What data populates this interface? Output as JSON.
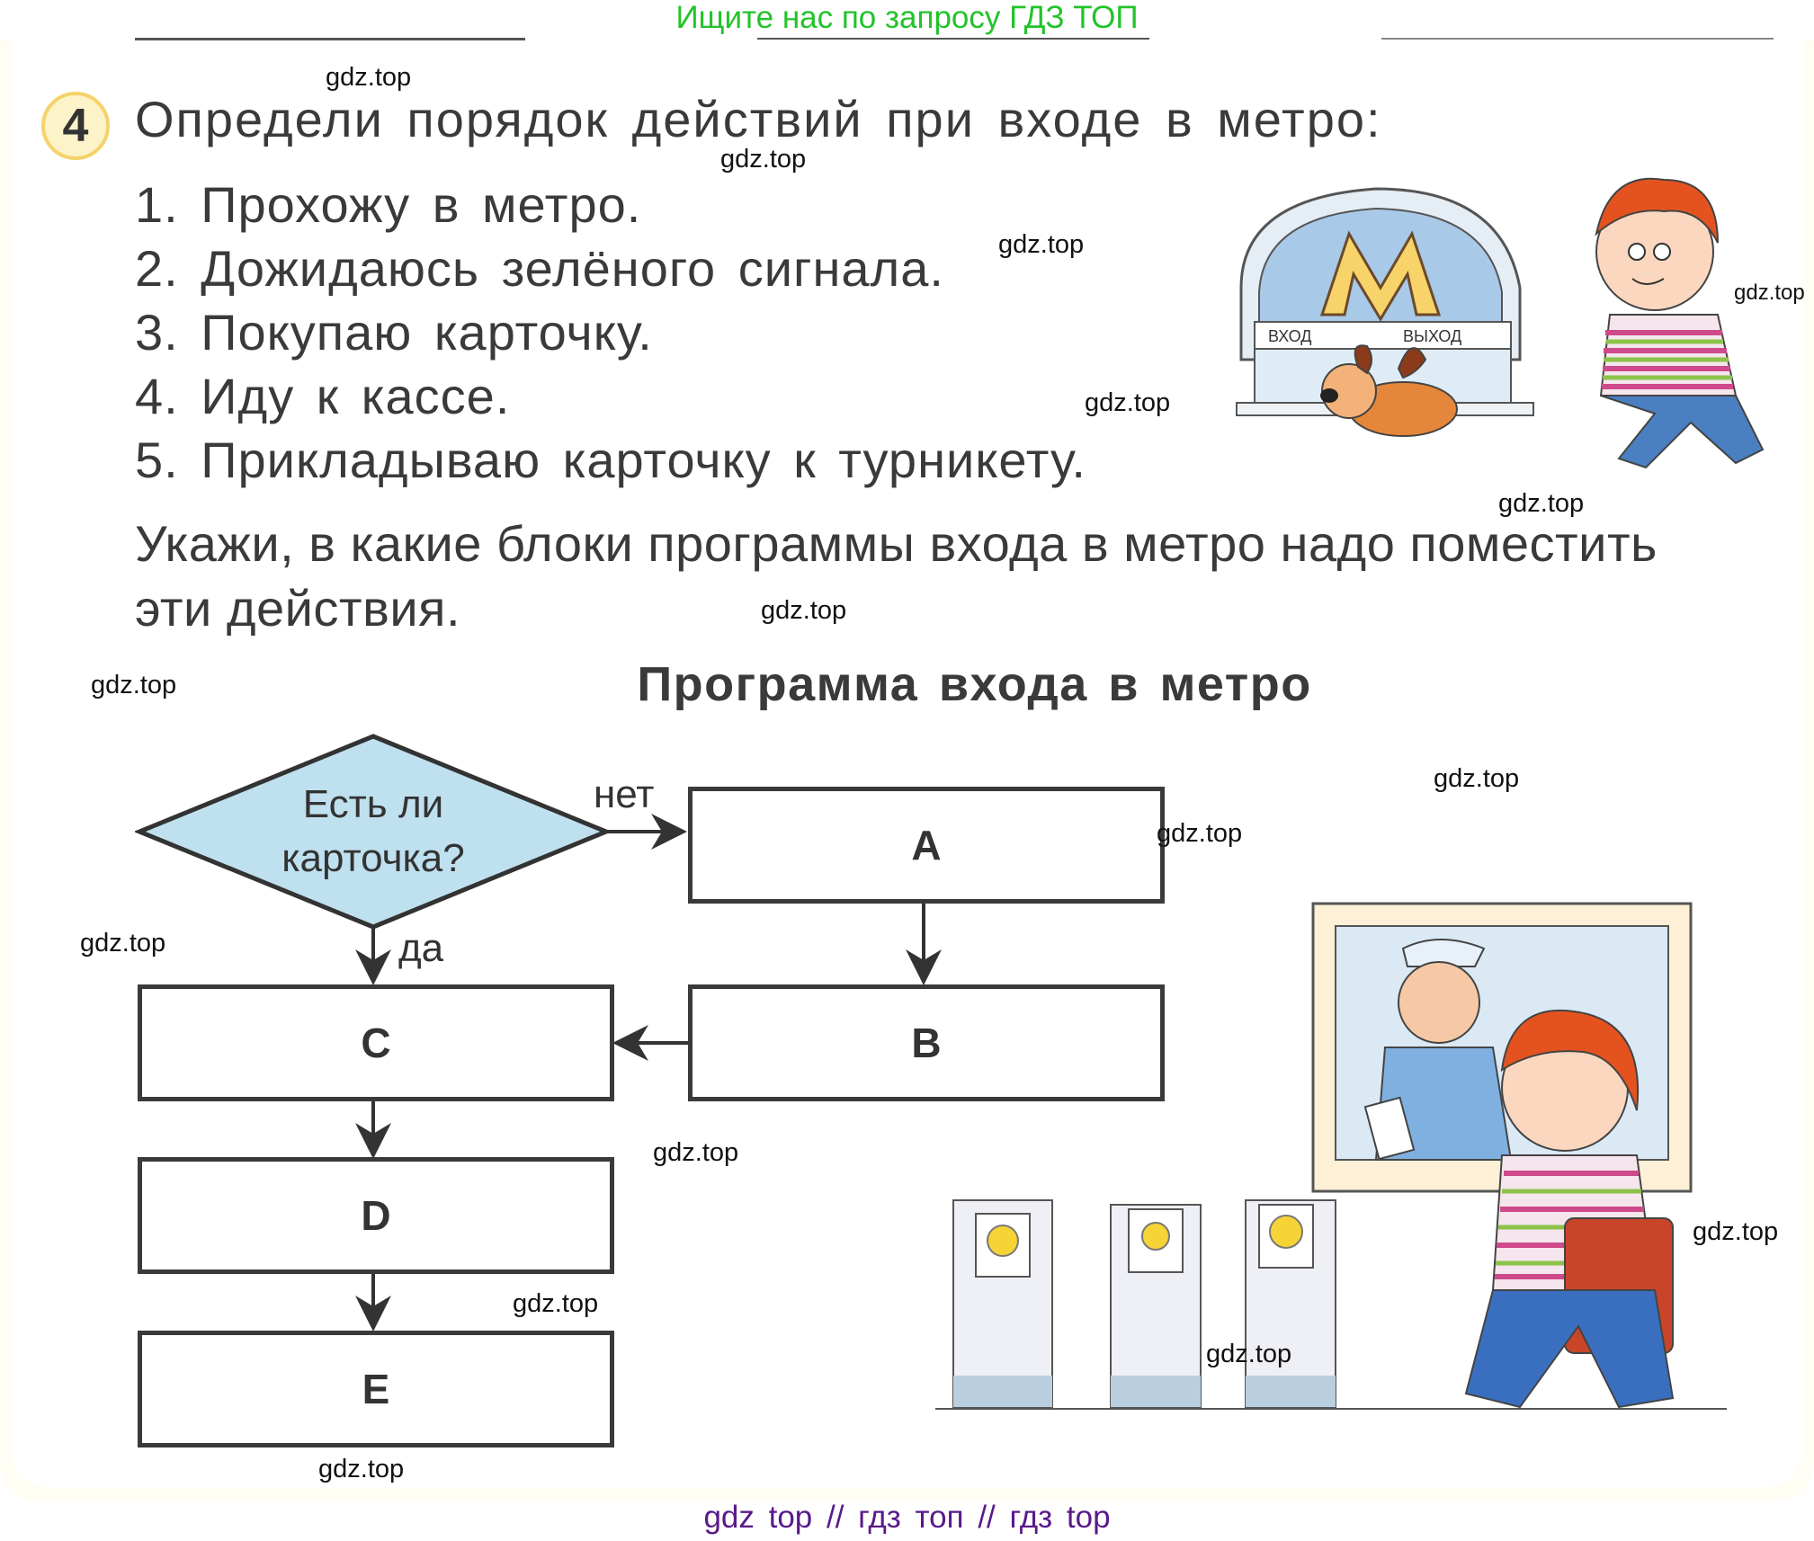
{
  "header": {
    "banner": "Ищите нас по запросу ГДЗ ТОП"
  },
  "task": {
    "number": "4",
    "title": "Определи порядок действий при входе в метро:",
    "steps": [
      "1. Прохожу в метро.",
      "2. Дожидаюсь зелёного сигнала.",
      "3. Покупаю карточку.",
      "4. Иду к кассе.",
      "5. Прикладываю карточку к турникету."
    ],
    "instruction_line1": "Укажи, в какие блоки программы входа в метро надо поместить",
    "instruction_line2": "эти действия."
  },
  "flowchart": {
    "title": "Программа входа в метро",
    "decision": {
      "line1": "Есть ли",
      "line2": "карточка?"
    },
    "no_label": "нет",
    "yes_label": "да",
    "blocks": {
      "A": "A",
      "B": "B",
      "C": "C",
      "D": "D",
      "E": "E"
    }
  },
  "illustrations": {
    "metro_sign_entry": "ВХОД",
    "metro_sign_exit": "ВЫХОД",
    "metro_letter": "M"
  },
  "watermarks": [
    "gdz.top"
  ],
  "footer": {
    "text": "gdz top  //  гдз топ  //  гдз top"
  },
  "colors": {
    "banner_green": "#22c32a",
    "footer_purple": "#5a1a8a",
    "decision_fill": "#bfe0ef",
    "badge_fill": "#fdf3c8",
    "badge_border": "#f5d36a"
  }
}
